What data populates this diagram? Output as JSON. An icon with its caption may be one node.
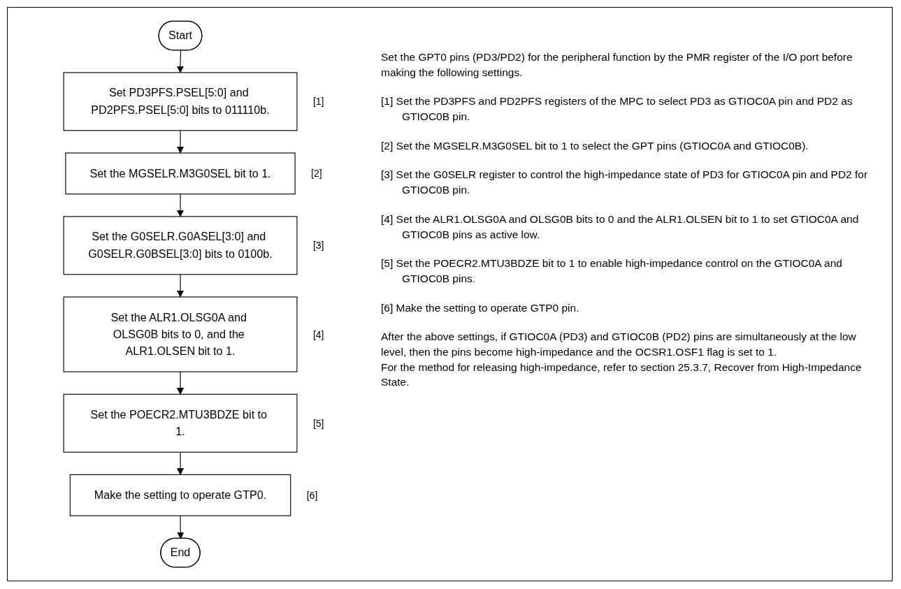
{
  "diagram": {
    "nodes": [
      {
        "text": [
          "Start"
        ]
      },
      {
        "text": [
          "Set PD3PFS.PSEL[5:0] and PD2PFS.PSEL[5:0] bits to 011110b."
        ],
        "beside": [
          "[1]"
        ]
      },
      {
        "text": [
          "Set the MGSELR.M3G0SEL bit to 1."
        ],
        "beside": [
          "[2]"
        ]
      },
      {
        "text": [
          "Set the G0SELR.G0ASEL[3:0] and G0SELR.G0BSEL[3:0] bits to 0100b."
        ],
        "beside": [
          "[3]"
        ]
      },
      {
        "text": [
          "Set the ALR1.OLSG0A and OLSG0B bits to 0, and the ALR1.OLSEN bit to 1."
        ],
        "beside": [
          "[4]"
        ]
      },
      {
        "text": [
          "Set the POECR2.MTU3BDZE bit to 1."
        ],
        "beside": [
          "[5]"
        ]
      },
      {
        "text": [
          "Make the setting to operate GTP0."
        ],
        "beside": [
          "[6]"
        ]
      },
      {
        "text": [
          "End"
        ]
      }
    ],
    "edges": [
      {
        "from": 0,
        "to": 1,
        "arrow": "to"
      },
      {
        "from": 1,
        "to": 2,
        "arrow": "to"
      },
      {
        "from": 2,
        "to": 3,
        "arrow": "to"
      },
      {
        "from": 3,
        "to": 4,
        "arrow": "to"
      },
      {
        "from": 4,
        "to": 5,
        "arrow": "to"
      },
      {
        "from": 5,
        "to": 6,
        "arrow": "to"
      },
      {
        "from": 6,
        "to": 7,
        "arrow": "to"
      }
    ],
    "labels": [
      "Set the GPT0 pins (PD3/PD2) for the peripheral function by the PMR register of the I/O port before making the following settings.",
      "[1] Set the PD3PFS and PD2PFS registers of the MPC to select PD3 as GTIOC0A pin and PD2 as GTIOC0B pin.",
      "[2] Set the MGSELR.M3G0SEL bit to 1 to select the GPT pins (GTIOC0A and GTIOC0B).",
      "[3] Set the G0SELR register to control the high-impedance state of PD3 for GTIOC0A pin and PD2 for GTIOC0B pin.",
      "[4] Set the ALR1.OLSG0A and OLSG0B bits to 0 and the ALR1.OLSEN bit to 1 to set GTIOC0A and GTIOC0B pins as active low.",
      "[5] Set the POECR2.MTU3BDZE bit to 1 to enable high-impedance control on the GTIOC0A and GTIOC0B pins.",
      "[6] Make the setting to operate GTP0 pin.",
      "After the above settings, if GTIOC0A (PD3) and GTIOC0B (PD2) pins are simultaneously at the low level, then the pins become high-impedance and the OCSR1.OSF1 flag is set to 1.",
      "For the method for releasing high-impedance, refer to section 25.3.7, Recover from High-Impedance State."
    ]
  }
}
